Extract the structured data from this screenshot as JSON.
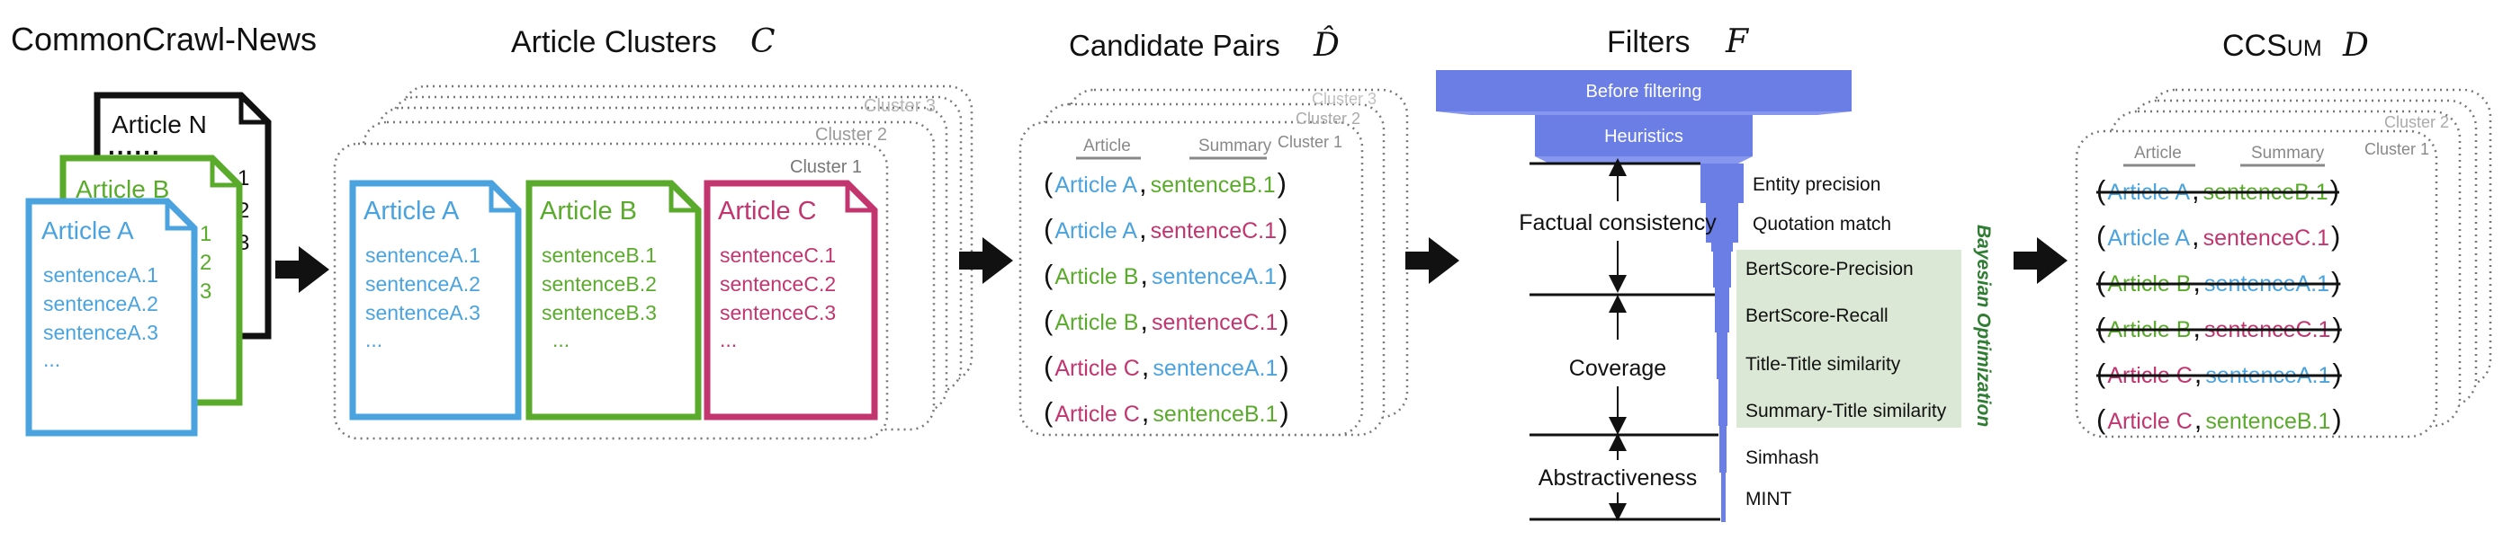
{
  "colors": {
    "blue": "#4aa3df",
    "green": "#5aab2c",
    "magenta": "#c2356f",
    "black": "#111111",
    "funnel": "#6a7ee6",
    "funnel_light": "#8796ee",
    "bo_panel": "#dbe8d5",
    "bo_text": "#2e7d32",
    "gray_text": "#999999",
    "dotted": "#777777"
  },
  "sections": {
    "commoncrawl": {
      "title": "CommonCrawl-News",
      "docs": [
        {
          "title": "Article N",
          "dots": "......",
          "lines": [
            "1",
            "2",
            "3"
          ]
        },
        {
          "title": "Article B",
          "lines": [
            "1",
            "2",
            "3"
          ]
        },
        {
          "title": "Article A",
          "lines": [
            "sentenceA.1",
            "sentenceA.2",
            "sentenceA.3",
            "..."
          ]
        }
      ]
    },
    "clusters": {
      "title": "Article Clusters",
      "symbol": "C",
      "labels": [
        "Cluster 3",
        "Cluster 2",
        "Cluster 1"
      ],
      "docs": [
        {
          "title": "Article A",
          "lines": [
            "sentenceA.1",
            "sentenceA.2",
            "sentenceA.3",
            "..."
          ]
        },
        {
          "title": "Article B",
          "lines": [
            "sentenceB.1",
            "sentenceB.2",
            "sentenceB.3",
            "..."
          ]
        },
        {
          "title": "Article C",
          "lines": [
            "sentenceC.1",
            "sentenceC.2",
            "sentenceC.3",
            "..."
          ]
        }
      ]
    },
    "candidates": {
      "title": "Candidate Pairs",
      "symbol": "D̂",
      "labels": [
        "Cluster 3",
        "Cluster 2",
        "Cluster 1"
      ],
      "col_article": "Article",
      "col_summary": "Summary",
      "pairs": [
        {
          "a": "Article A",
          "s": "sentenceB.1"
        },
        {
          "a": "Article A",
          "s": "sentenceC.1"
        },
        {
          "a": "Article B",
          "s": "sentenceA.1"
        },
        {
          "a": "Article B",
          "s": "sentenceC.1"
        },
        {
          "a": "Article C",
          "s": "sentenceA.1"
        },
        {
          "a": "Article C",
          "s": "sentenceB.1"
        }
      ]
    },
    "filters": {
      "title": "Filters",
      "symbol": "F",
      "bar1": "Before filtering",
      "bar2": "Heuristics",
      "groups": [
        "Factual consistency",
        "Coverage",
        "Abstractiveness"
      ],
      "items": [
        "Entity precision",
        "Quotation match",
        "BertScore-Precision",
        "BertScore-Recall",
        "Title-Title similarity",
        "Summary-Title similarity",
        "Simhash",
        "MINT"
      ],
      "bo_label": "Bayesian Optimization"
    },
    "ccsum": {
      "title_main": "CCS",
      "title_small": "UM",
      "symbol": "D",
      "labels": [
        "Cluster 2",
        "Cluster 1"
      ],
      "col_article": "Article",
      "col_summary": "Summary",
      "pairs": [
        {
          "a": "Article A",
          "s": "sentenceB.1",
          "struck": true
        },
        {
          "a": "Article A",
          "s": "sentenceC.1",
          "struck": false
        },
        {
          "a": "Article B",
          "s": "sentenceA.1",
          "struck": true
        },
        {
          "a": "Article B",
          "s": "sentenceC.1",
          "struck": true
        },
        {
          "a": "Article C",
          "s": "sentenceA.1",
          "struck": true
        },
        {
          "a": "Article C",
          "s": "sentenceB.1",
          "struck": false
        }
      ]
    }
  }
}
